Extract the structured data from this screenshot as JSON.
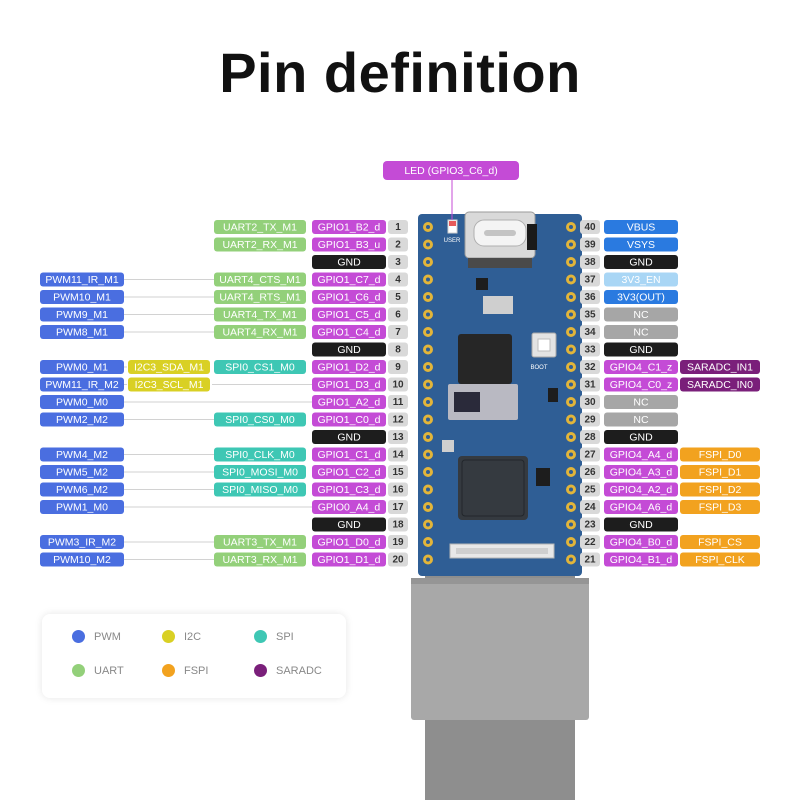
{
  "title": "Pin definition",
  "led_label": "LED (GPIO3_C6_d)",
  "board": {
    "user_label": "USER",
    "boot_label": "BOOT"
  },
  "colors": {
    "pwm": "#4a6ee0",
    "i2c": "#d9d024",
    "spi": "#3ec7b4",
    "uart": "#93d07a",
    "fspi": "#f2a21f",
    "saradc": "#7a1f7a",
    "gpio": "#c44bd6",
    "gnd": "#1d1d1d",
    "power": "#2a7ae0",
    "nc": "#a6a6a6",
    "en": "#a9d6f5"
  },
  "left_pins": [
    {
      "pin": "1",
      "gpio": "GPIO1_B2_d",
      "uart": "UART2_TX_M1"
    },
    {
      "pin": "2",
      "gpio": "GPIO1_B3_u",
      "uart": "UART2_RX_M1"
    },
    {
      "pin": "3",
      "gnd": "GND"
    },
    {
      "pin": "4",
      "gpio": "GPIO1_C7_d",
      "uart": "UART4_CTS_M1",
      "pwm": "PWM11_IR_M1"
    },
    {
      "pin": "5",
      "gpio": "GPIO1_C6_d",
      "uart": "UART4_RTS_M1",
      "pwm": "PWM10_M1"
    },
    {
      "pin": "6",
      "gpio": "GPIO1_C5_d",
      "uart": "UART4_TX_M1",
      "pwm": "PWM9_M1"
    },
    {
      "pin": "7",
      "gpio": "GPIO1_C4_d",
      "uart": "UART4_RX_M1",
      "pwm": "PWM8_M1"
    },
    {
      "pin": "8",
      "gnd": "GND"
    },
    {
      "pin": "9",
      "gpio": "GPIO1_D2_d",
      "spi": "SPI0_CS1_M0",
      "i2c": "I2C3_SDA_M1",
      "pwm": "PWM0_M1"
    },
    {
      "pin": "10",
      "gpio": "GPIO1_D3_d",
      "i2c": "I2C3_SCL_M1",
      "pwm": "PWM11_IR_M2"
    },
    {
      "pin": "11",
      "gpio": "GPIO1_A2_d",
      "pwm": "PWM0_M0"
    },
    {
      "pin": "12",
      "gpio": "GPIO1_C0_d",
      "spi": "SPI0_CS0_M0",
      "pwm": "PWM2_M2"
    },
    {
      "pin": "13",
      "gnd": "GND"
    },
    {
      "pin": "14",
      "gpio": "GPIO1_C1_d",
      "spi": "SPI0_CLK_M0",
      "pwm": "PWM4_M2"
    },
    {
      "pin": "15",
      "gpio": "GPIO1_C2_d",
      "spi": "SPI0_MOSI_M0",
      "pwm": "PWM5_M2"
    },
    {
      "pin": "16",
      "gpio": "GPIO1_C3_d",
      "spi": "SPI0_MISO_M0",
      "pwm": "PWM6_M2"
    },
    {
      "pin": "17",
      "gpio": "GPIO0_A4_d",
      "pwm": "PWM1_M0"
    },
    {
      "pin": "18",
      "gnd": "GND"
    },
    {
      "pin": "19",
      "gpio": "GPIO1_D0_d",
      "uart": "UART3_TX_M1",
      "pwm": "PWM3_IR_M2"
    },
    {
      "pin": "20",
      "gpio": "GPIO1_D1_d",
      "uart": "UART3_RX_M1",
      "pwm": "PWM10_M2"
    }
  ],
  "right_pins": [
    {
      "pin": "40",
      "power": "VBUS"
    },
    {
      "pin": "39",
      "power": "VSYS"
    },
    {
      "pin": "38",
      "gnd": "GND"
    },
    {
      "pin": "37",
      "en": "3V3_EN"
    },
    {
      "pin": "36",
      "power": "3V3(OUT)"
    },
    {
      "pin": "35",
      "nc": "NC"
    },
    {
      "pin": "34",
      "nc": "NC"
    },
    {
      "pin": "33",
      "gnd": "GND"
    },
    {
      "pin": "32",
      "gpio": "GPIO4_C1_z",
      "saradc": "SARADC_IN1"
    },
    {
      "pin": "31",
      "gpio": "GPIO4_C0_z",
      "saradc": "SARADC_IN0"
    },
    {
      "pin": "30",
      "nc": "NC"
    },
    {
      "pin": "29",
      "nc": "NC"
    },
    {
      "pin": "28",
      "gnd": "GND"
    },
    {
      "pin": "27",
      "gpio": "GPIO4_A4_d",
      "fspi": "FSPI_D0"
    },
    {
      "pin": "26",
      "gpio": "GPIO4_A3_d",
      "fspi": "FSPI_D1"
    },
    {
      "pin": "25",
      "gpio": "GPIO4_A2_d",
      "fspi": "FSPI_D2"
    },
    {
      "pin": "24",
      "gpio": "GPIO4_A6_d",
      "fspi": "FSPI_D3"
    },
    {
      "pin": "23",
      "gnd": "GND"
    },
    {
      "pin": "22",
      "gpio": "GPIO4_B0_d",
      "fspi": "FSPI_CS"
    },
    {
      "pin": "21",
      "gpio": "GPIO4_B1_d",
      "fspi": "FSPI_CLK"
    }
  ],
  "legend": [
    {
      "label": "PWM",
      "color": "#4a6ee0"
    },
    {
      "label": "I2C",
      "color": "#d9d024"
    },
    {
      "label": "SPI",
      "color": "#3ec7b4"
    },
    {
      "label": "UART",
      "color": "#93d07a"
    },
    {
      "label": "FSPI",
      "color": "#f2a21f"
    },
    {
      "label": "SARADC",
      "color": "#7a1f7a"
    }
  ]
}
